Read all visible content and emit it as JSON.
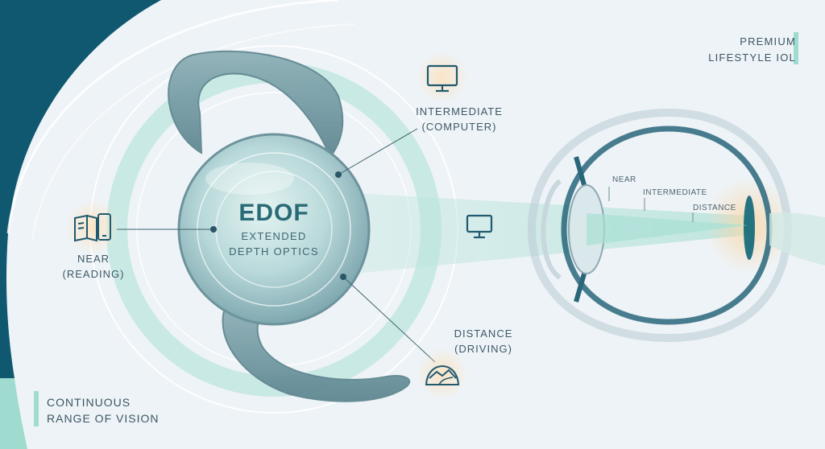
{
  "corner_top_right": {
    "line1": "PREMIUM",
    "line2": "LIFESTYLE IOL"
  },
  "corner_bottom_left": {
    "line1": "CONTINUOUS",
    "line2": "RANGE OF VISION"
  },
  "lens": {
    "title": "EDOF",
    "subtitle_line1": "EXTENDED",
    "subtitle_line2": "DEPTH OPTICS"
  },
  "zones": {
    "near": {
      "line1": "NEAR",
      "line2": "(READING)",
      "icon": "book-phone-icon"
    },
    "intermediate": {
      "line1": "INTERMEDIATE",
      "line2": "(COMPUTER)",
      "icon": "monitor-icon"
    },
    "distance": {
      "line1": "DISTANCE",
      "line2": "(DRIVING)",
      "icon": "road-landscape-icon"
    }
  },
  "eye_labels": {
    "near": "NEAR",
    "intermediate": "INTERMEDIATE",
    "distance": "DISTANCE"
  },
  "colors": {
    "dark_teal": "#0f5870",
    "mint": "#9fdccf",
    "lens_teal": "#2a6a76",
    "icon_ink": "#215a6e",
    "glow": "#f7c98a"
  }
}
